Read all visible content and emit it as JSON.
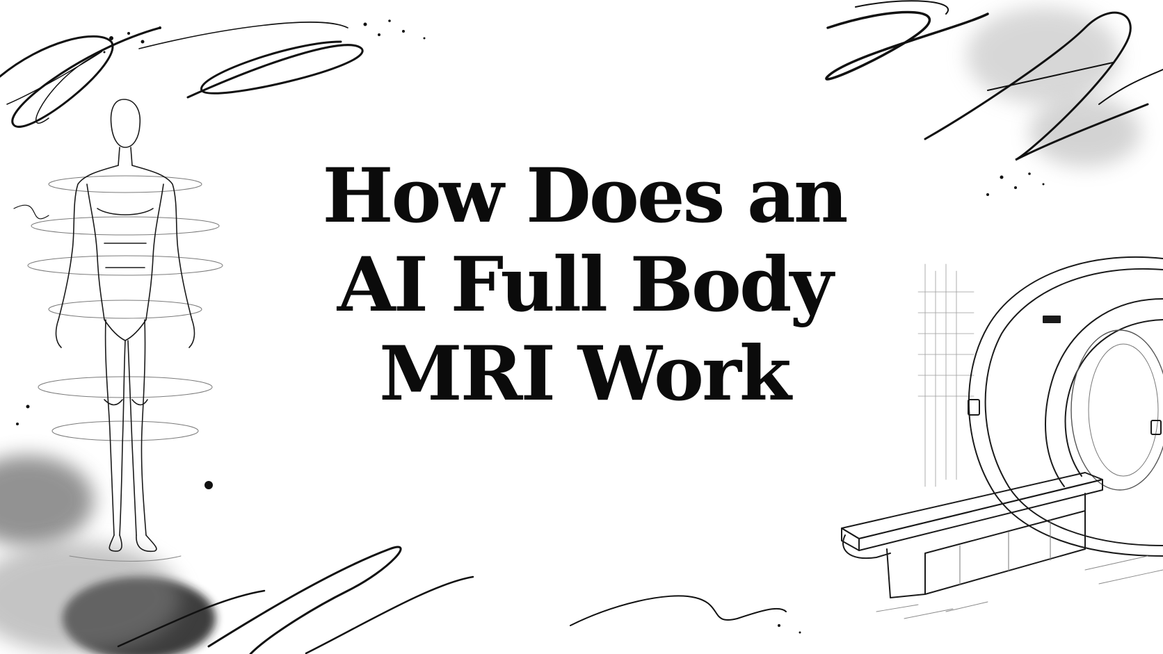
{
  "title": {
    "lines": [
      "How Does an",
      "AI Full Body",
      "MRI Work"
    ]
  },
  "colors": {
    "ink": "#0b0b0b",
    "background": "#ffffff",
    "wash": "#9a9a9a"
  },
  "illustrations": {
    "left": "human-figure-sketch-icon",
    "right": "mri-scanner-sketch-icon"
  }
}
